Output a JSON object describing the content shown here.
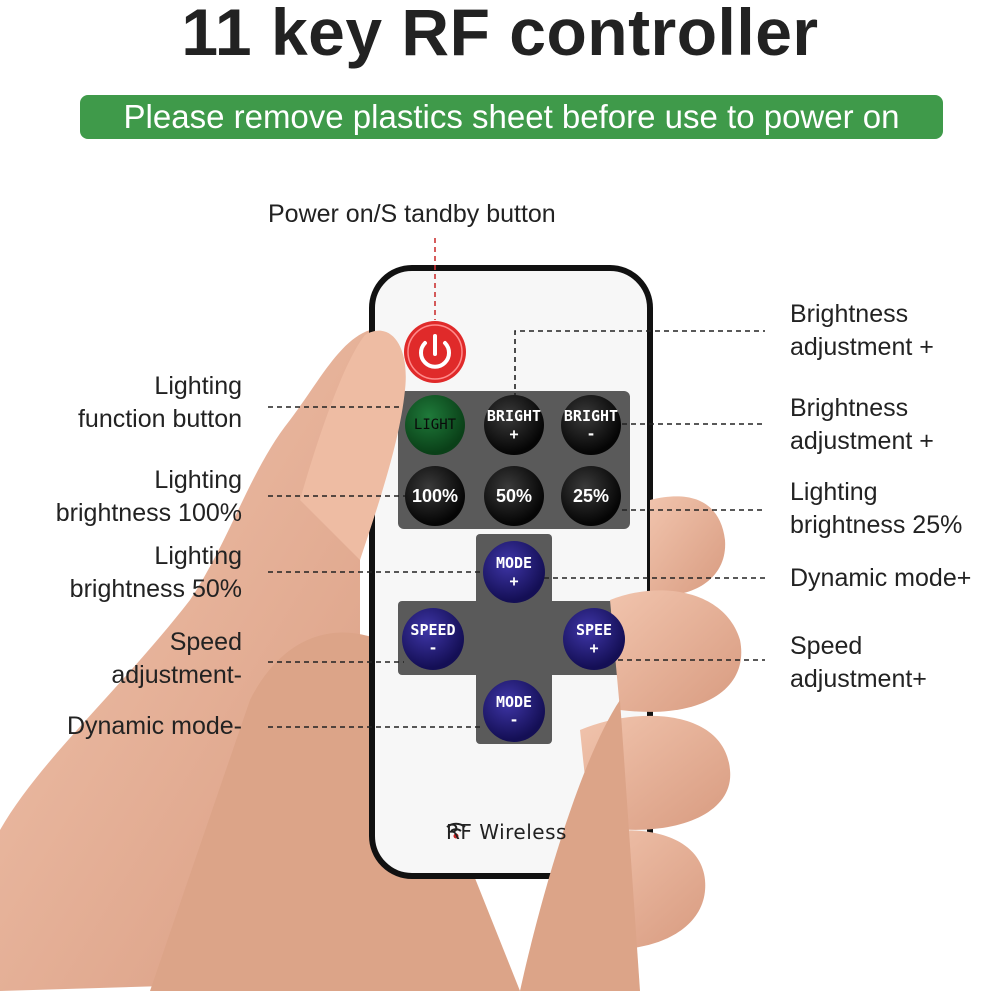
{
  "title": "11 key RF controller",
  "banner": "Please remove plastics sheet before use to power on",
  "callouts": {
    "power": "Power on/S tandby button",
    "bright_plus_top": [
      "Brightness",
      "adjustment +"
    ],
    "bright_plus_2": [
      "Brightness",
      "adjustment +"
    ],
    "light_25": [
      "Lighting",
      "brightness 25%"
    ],
    "mode_plus": "Dynamic mode+",
    "speed_plus": [
      "Speed",
      "adjustment+"
    ],
    "lighting_func": [
      "Lighting",
      "function button"
    ],
    "light_100": [
      "Lighting",
      "brightness 100%"
    ],
    "light_50": [
      "Lighting",
      "brightness 50%"
    ],
    "speed_minus": [
      "Speed",
      "adjustment-"
    ],
    "mode_minus": "Dynamic mode-"
  },
  "buttons": {
    "light": "LIGHT",
    "bright_plus": [
      "BRIGHT",
      "+"
    ],
    "bright_minus": [
      "BRIGHT",
      "-"
    ],
    "b100": "100%",
    "b50": "50%",
    "b25": "25%",
    "mode_plus": [
      "MODE",
      "+"
    ],
    "mode_minus": [
      "MODE",
      "-"
    ],
    "speed_minus": [
      "SPEED",
      "-"
    ],
    "speed_plus": [
      "SPEE",
      "+"
    ]
  },
  "footer": "RF Wireless",
  "colors": {
    "banner": "#3f9a4a",
    "power": "#e02a2a",
    "skin": "#e8b49a"
  }
}
